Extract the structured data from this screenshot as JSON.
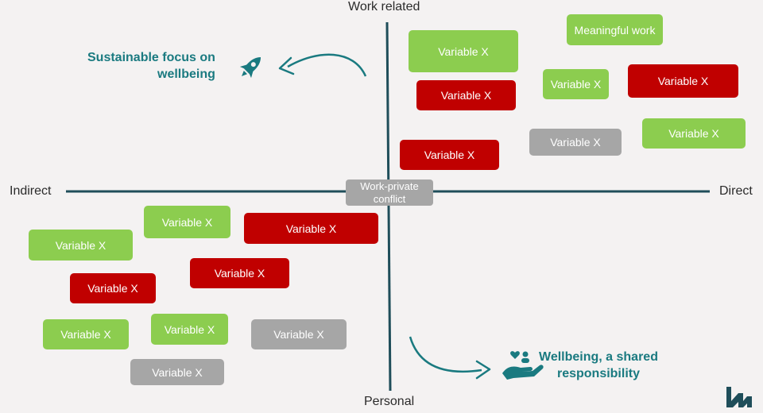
{
  "axes": {
    "top": "Work related",
    "bottom": "Personal",
    "left": "Indirect",
    "right": "Direct"
  },
  "center": "Work-private conflict",
  "callouts": {
    "top_left": [
      "Sustainable focus on",
      "wellbeing"
    ],
    "bottom_right": [
      "Wellbeing, a shared",
      "responsibility"
    ]
  },
  "items": [
    {
      "label": "Variable X",
      "status": "green"
    },
    {
      "label": "Meaningful work",
      "status": "green"
    },
    {
      "label": "Variable X",
      "status": "green"
    },
    {
      "label": "Variable X",
      "status": "red"
    },
    {
      "label": "Variable X",
      "status": "red"
    },
    {
      "label": "Variable X",
      "status": "gray"
    },
    {
      "label": "Variable X",
      "status": "green"
    },
    {
      "label": "Variable X",
      "status": "red"
    },
    {
      "label": "Variable X",
      "status": "green"
    },
    {
      "label": "Variable X",
      "status": "red"
    },
    {
      "label": "Variable X",
      "status": "green"
    },
    {
      "label": "Variable X",
      "status": "red"
    },
    {
      "label": "Variable X",
      "status": "red"
    },
    {
      "label": "Variable X",
      "status": "green"
    },
    {
      "label": "Variable X",
      "status": "green"
    },
    {
      "label": "Variable X",
      "status": "gray"
    },
    {
      "label": "Variable X",
      "status": "gray"
    }
  ],
  "colors": {
    "green": "#8ccd4f",
    "red": "#c00000",
    "gray": "#a6a6a6",
    "accent": "#1a7a80",
    "axis": "#1f4e5a"
  },
  "icons": [
    "rocket-icon",
    "curved-arrow-icon",
    "caring-hand-icon",
    "brand-logo-w-icon"
  ]
}
